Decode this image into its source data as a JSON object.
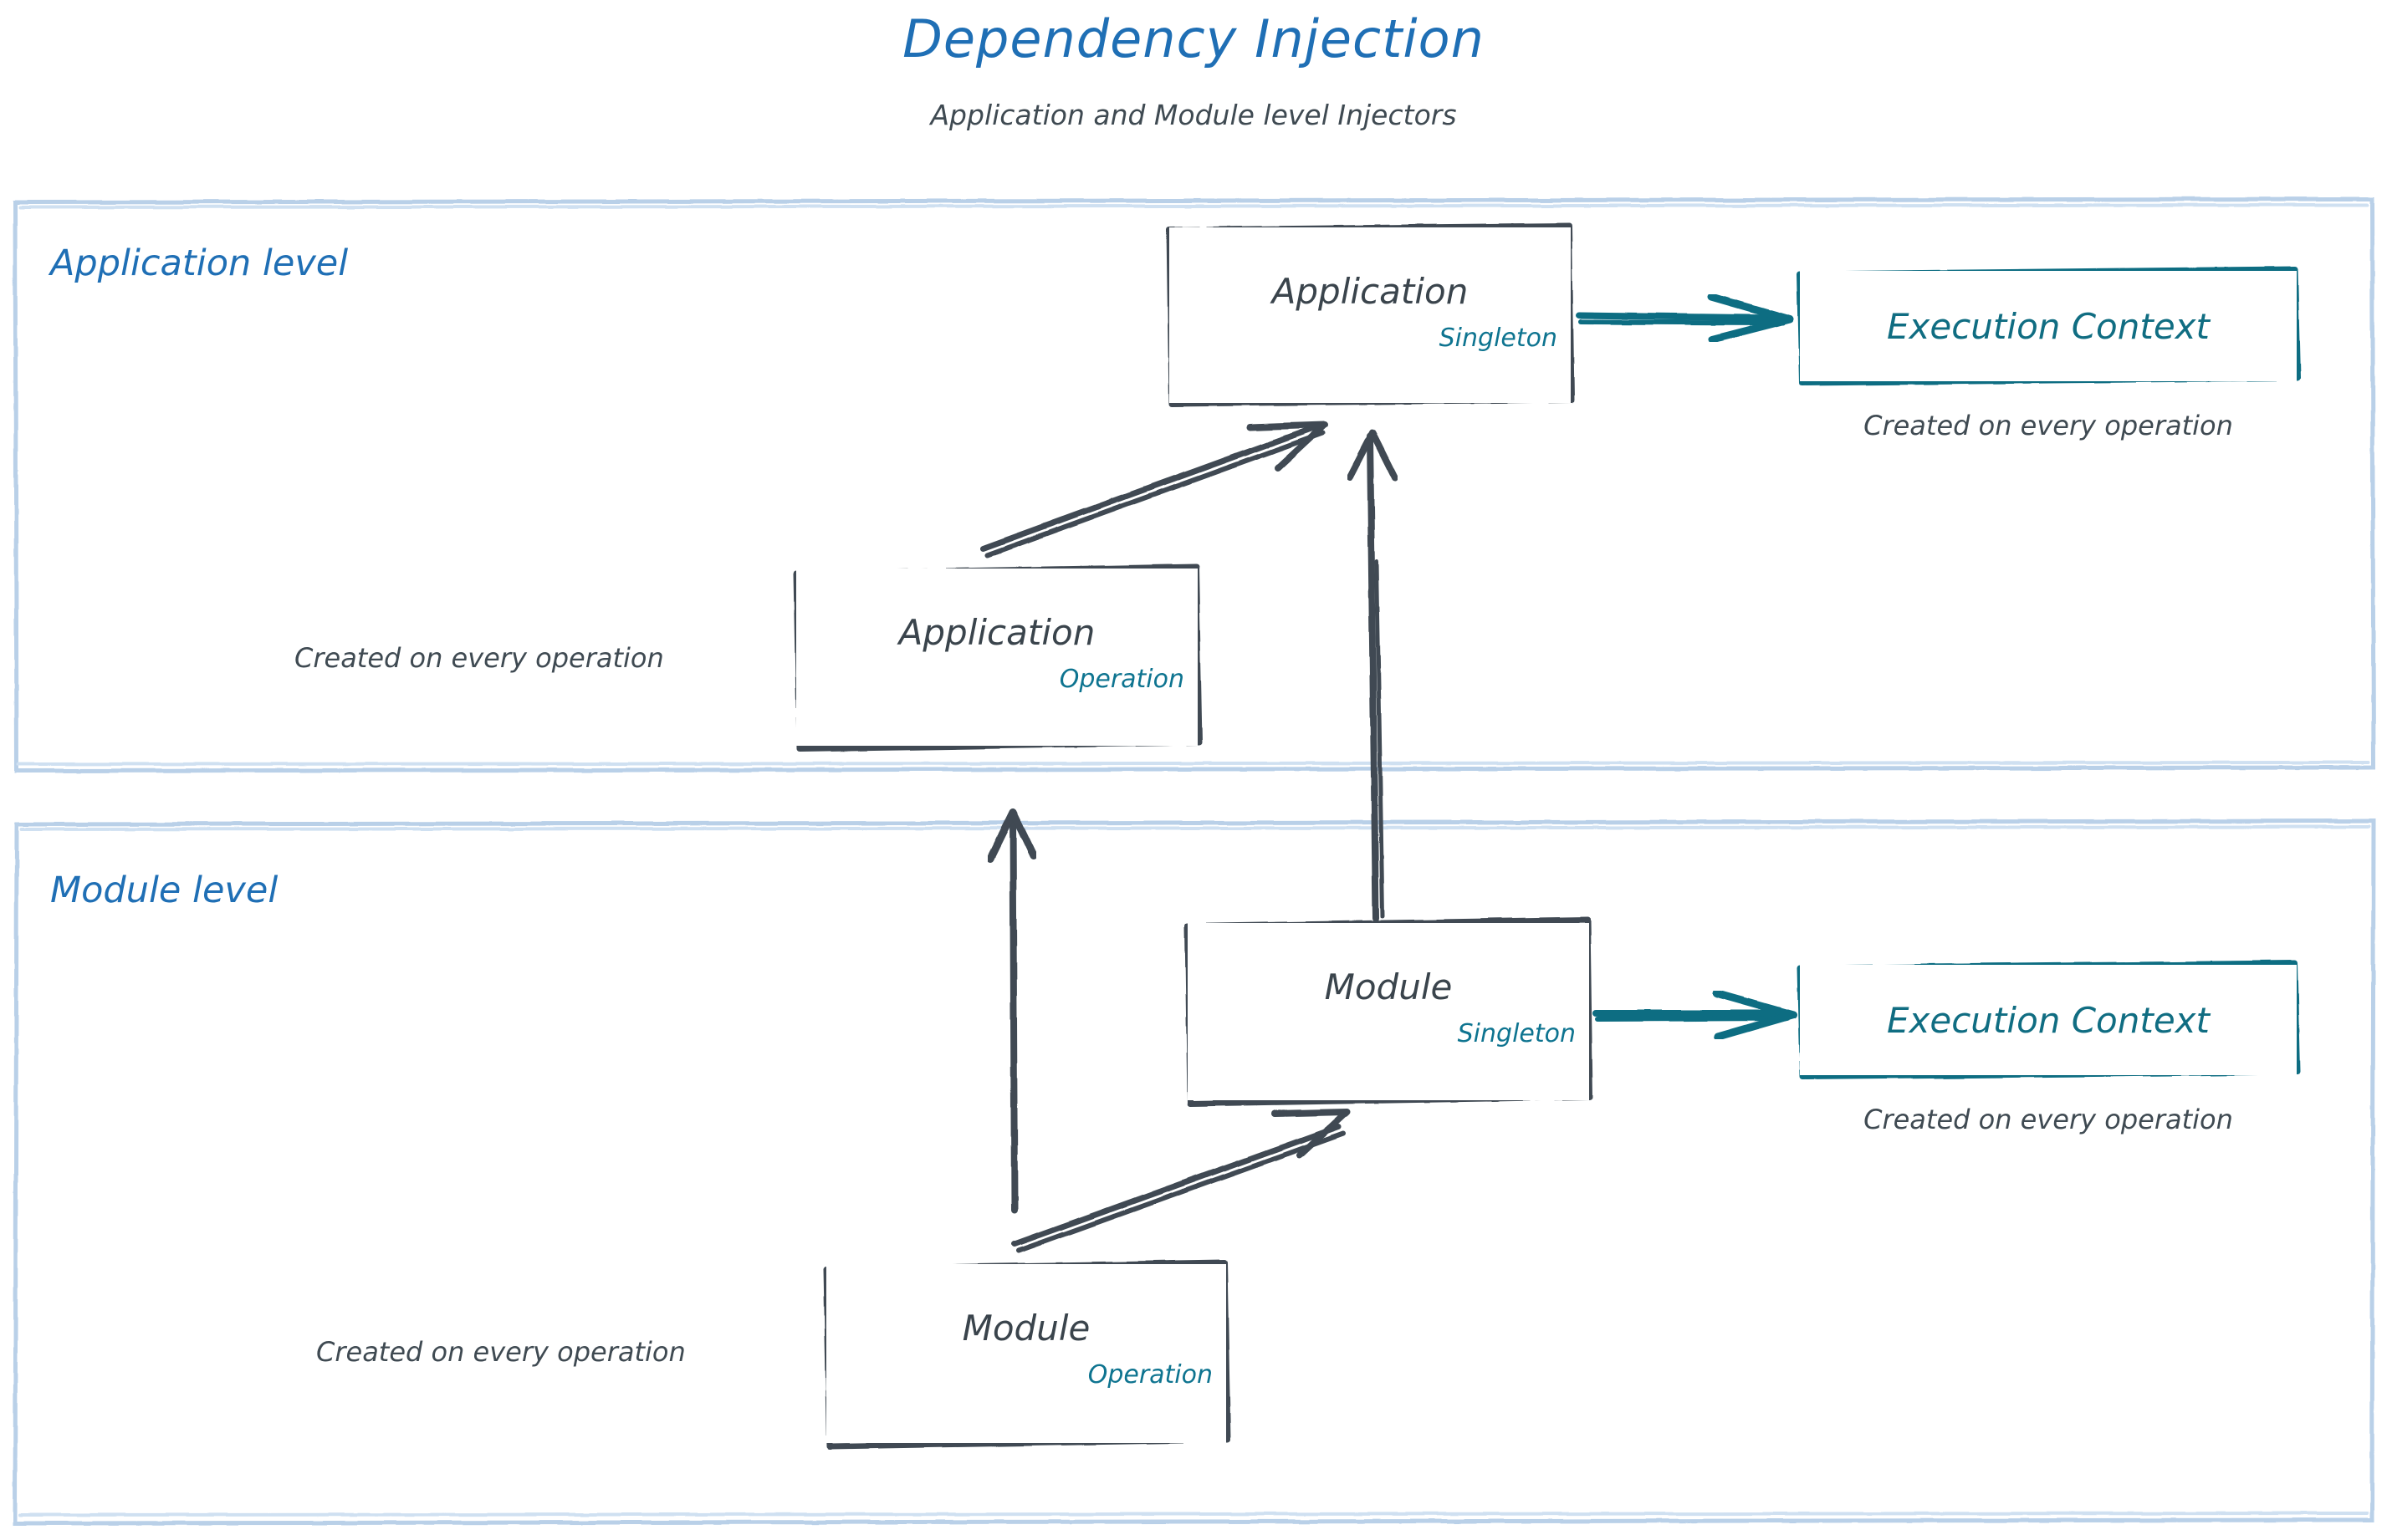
{
  "header": {
    "title": "Dependency Injection",
    "subtitle": "Application and Module level Injectors"
  },
  "colors": {
    "title_blue": "#1f6fb5",
    "container_border": "#b9d0e8",
    "node_stroke": "#3f4a52",
    "teal": "#106d82",
    "text_gray": "#3f4a52"
  },
  "containers": [
    {
      "label": "Application level"
    },
    {
      "label": "Module level"
    }
  ],
  "nodes": {
    "app_singleton": {
      "title": "Application",
      "scope": "Singleton"
    },
    "app_operation": {
      "title": "Application",
      "scope": "Operation"
    },
    "module_singleton": {
      "title": "Module",
      "scope": "Singleton"
    },
    "module_operation": {
      "title": "Module",
      "scope": "Operation"
    },
    "exec_ctx_app": {
      "title": "Execution Context"
    },
    "exec_ctx_module": {
      "title": "Execution Context"
    }
  },
  "captions": {
    "exec_ctx_app_note": "Created on every operation",
    "exec_ctx_module_note": "Created on every operation",
    "app_operation_note": "Created on every operation",
    "module_operation_note": "Created on every operation"
  }
}
